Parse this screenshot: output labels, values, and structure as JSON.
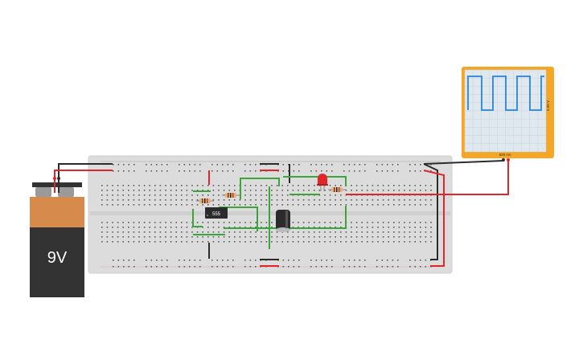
{
  "battery": {
    "label": "9V"
  },
  "ic": {
    "label": "555"
  },
  "oscilloscope": {
    "label": "500 ms",
    "side_label": "5.00 V"
  },
  "colors": {
    "wire_red": "#e0262b",
    "wire_black": "#2b2b2b",
    "wire_green": "#3aa63a",
    "battery_top": "#d68a4b",
    "battery_body": "#333333",
    "scope_frame": "#f5a623",
    "trace": "#3b8fd8"
  }
}
